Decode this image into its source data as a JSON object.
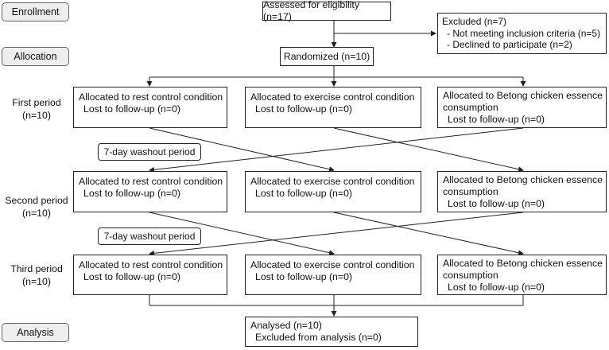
{
  "stages": {
    "enrollment": "Enrollment",
    "allocation": "Allocation",
    "analysis": "Analysis"
  },
  "assessed": "Assessed for eligibility (n=17)",
  "excluded": {
    "title": "Excluded (n=7)",
    "items": [
      "- Not meeting inclusion criteria (n=5)",
      "- Declined to participate (n=2)"
    ]
  },
  "randomized": "Randomized (n=10)",
  "periods": [
    {
      "label": "First period",
      "n": "(n=10)",
      "conditions": [
        {
          "main": "Allocated to rest control condition",
          "sub": "Lost to follow-up (n=0)"
        },
        {
          "main": "Allocated to exercise control condition",
          "sub": "Lost to follow-up (n=0)"
        },
        {
          "main": "Allocated to Betong chicken essence consumption",
          "sub": "Lost to follow-up (n=0)"
        }
      ]
    },
    {
      "label": "Second period",
      "n": "(n=10)",
      "conditions": [
        {
          "main": "Allocated to rest control condition",
          "sub": "Lost to follow-up (n=0)"
        },
        {
          "main": "Allocated to exercise control condition",
          "sub": "Lost to follow-up (n=0)"
        },
        {
          "main": "Allocated to Betong chicken essence consumption",
          "sub": "Lost to follow-up (n=0)"
        }
      ]
    },
    {
      "label": "Third period",
      "n": "(n=10)",
      "conditions": [
        {
          "main": "Allocated to rest control condition",
          "sub": "Lost to follow-up (n=0)"
        },
        {
          "main": "Allocated to exercise control condition",
          "sub": "Lost to follow-up (n=0)"
        },
        {
          "main": "Allocated to Betong chicken essence consumption",
          "sub": "Lost to follow-up (n=0)"
        }
      ]
    }
  ],
  "washout": [
    "7-day washout period",
    "7-day washout period"
  ],
  "analysis": {
    "main": "Analysed (n=10)",
    "sub": "Excluded from analysis (n=0)"
  }
}
